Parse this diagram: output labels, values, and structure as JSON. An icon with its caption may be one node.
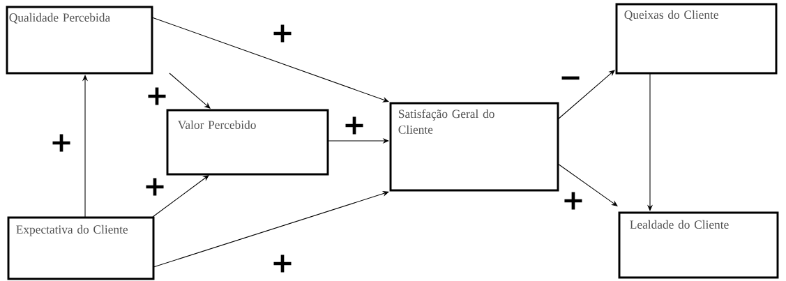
{
  "diagram": {
    "nodes": [
      {
        "text": [
          "Qualidade Percebida"
        ]
      },
      {
        "text": [
          "Valor Percebido"
        ]
      },
      {
        "text": [
          "Expectativa do Cliente"
        ]
      },
      {
        "text": [
          "Satisfação Geral do Cliente"
        ]
      },
      {
        "text": [
          "Queixas do Cliente"
        ]
      },
      {
        "text": [
          "Lealdade do Cliente"
        ]
      }
    ],
    "edges": [
      {
        "from": 0,
        "to": 3,
        "arrow": "to",
        "label": "+"
      },
      {
        "from": 0,
        "to": 1,
        "arrow": "to",
        "label": "+"
      },
      {
        "from": 2,
        "to": 0,
        "arrow": "to",
        "label": "+"
      },
      {
        "from": 2,
        "to": 1,
        "arrow": "to",
        "label": "+"
      },
      {
        "from": 1,
        "to": 3,
        "arrow": "to",
        "label": "+"
      },
      {
        "from": 2,
        "to": 3,
        "arrow": "to",
        "label": "+"
      },
      {
        "from": 3,
        "to": 4,
        "arrow": "to",
        "label": "−"
      },
      {
        "from": 3,
        "to": 5,
        "arrow": "to",
        "label": "+"
      },
      {
        "from": 4,
        "to": 5,
        "arrow": "to"
      }
    ]
  }
}
